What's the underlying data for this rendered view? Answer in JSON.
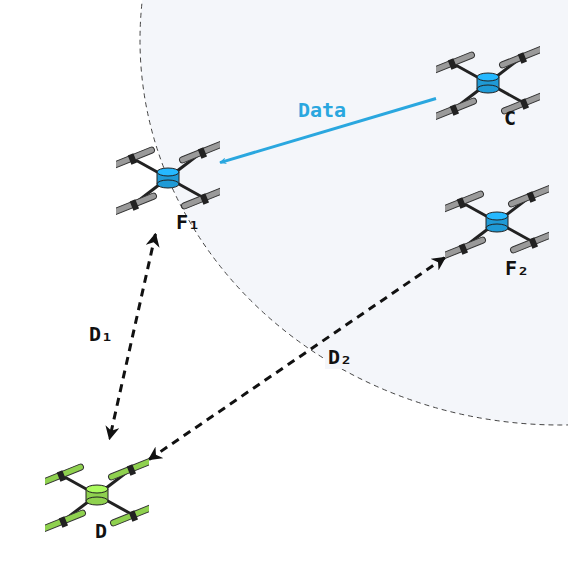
{
  "diagram": {
    "nodes": [
      {
        "text": [
          "C"
        ]
      },
      {
        "text": [
          "F₁"
        ]
      },
      {
        "text": [
          "F₂"
        ]
      },
      {
        "text": [
          "D"
        ]
      }
    ],
    "edges": [
      {
        "from": 0,
        "to": 1,
        "label": "Data",
        "arrow": "to"
      },
      {
        "from": 1,
        "to": 3,
        "label": "D₁",
        "arrow": "both"
      },
      {
        "from": 3,
        "to": 2,
        "label": "D₂",
        "arrow": "both"
      }
    ]
  }
}
